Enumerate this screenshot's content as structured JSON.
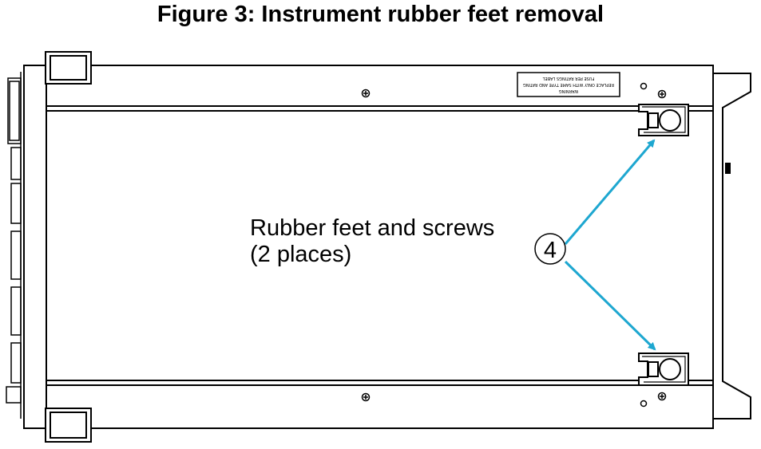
{
  "figure": {
    "title": "Figure 3: Instrument rubber feet removal"
  },
  "callout": {
    "line1": "Rubber feet and screws",
    "line2": "(2 places)",
    "number": "4",
    "arrow_color": "#1ea7d0"
  },
  "warning_label": {
    "line1": "WARNING",
    "line2": "REPLACE ONLY WITH SAME TYPE AND RATING",
    "line3": "FUSE PER RATINGS LABEL"
  }
}
